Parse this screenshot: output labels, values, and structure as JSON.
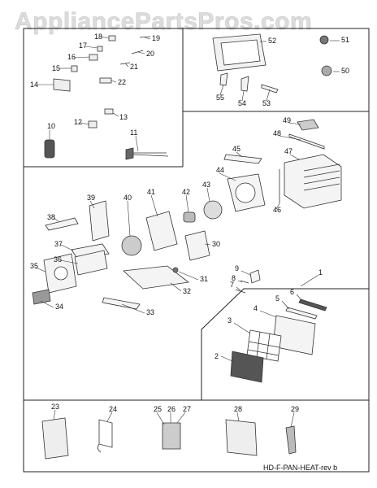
{
  "watermark": "AppliancePartsPros.com",
  "diagram_ref": "HD-F-PAN-HEAT-rev b",
  "part_numbers": [
    "1",
    "2",
    "3",
    "4",
    "5",
    "6",
    "7",
    "8",
    "9",
    "10",
    "11",
    "12",
    "13",
    "14",
    "15",
    "16",
    "17",
    "18",
    "19",
    "20",
    "21",
    "22",
    "23",
    "24",
    "25",
    "26",
    "27",
    "28",
    "29",
    "30",
    "31",
    "32",
    "33",
    "34",
    "35",
    "36",
    "37",
    "38",
    "39",
    "40",
    "41",
    "42",
    "43",
    "44",
    "45",
    "46",
    "47",
    "48",
    "49",
    "50",
    "51",
    "52",
    "53",
    "54",
    "55"
  ]
}
